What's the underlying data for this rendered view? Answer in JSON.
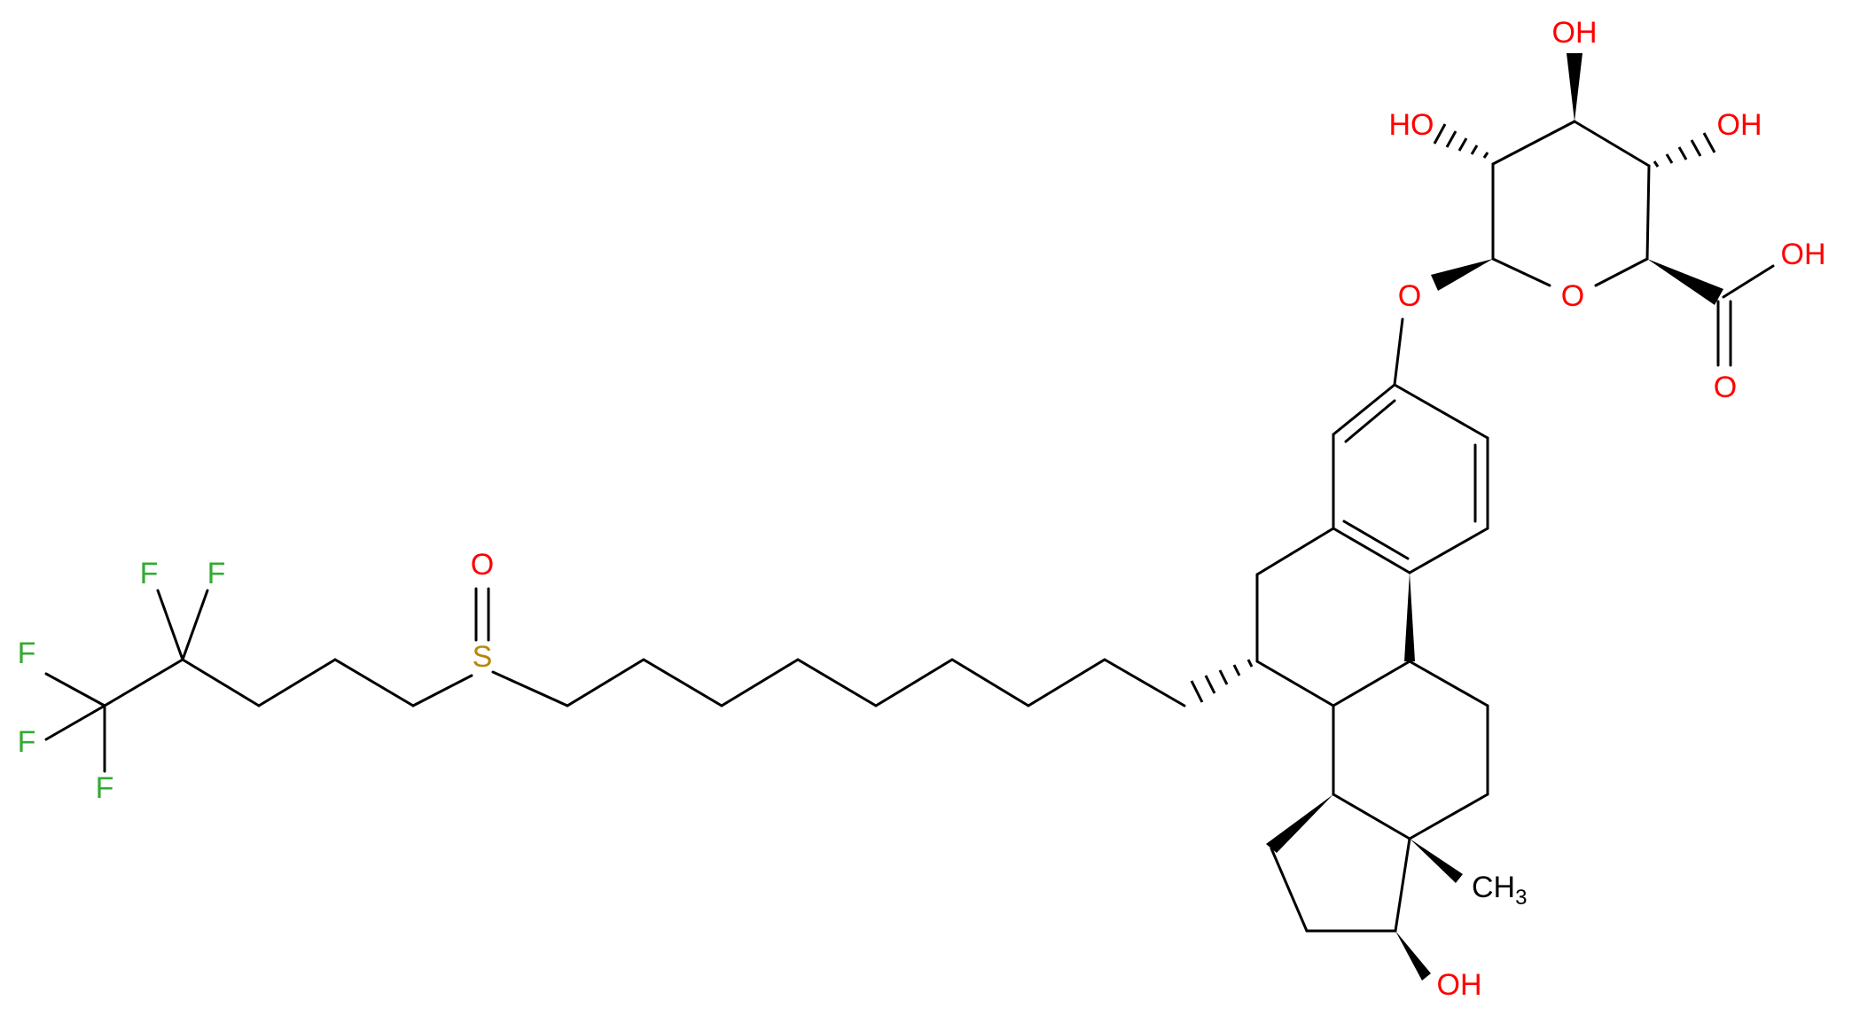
{
  "colors": {
    "bond": "#000000",
    "oxygen": "#ff0000",
    "sulfur": "#b8860b",
    "fluorine": "#33aa33",
    "carbon_label": "#000000"
  },
  "labels": {
    "oh_top": "OH",
    "ho_left": "HO",
    "oh_right": "OH",
    "oh_acid": "OH",
    "o_carbonyl": "O",
    "o_ring": "O",
    "o_link": "O",
    "s": "S",
    "o_sulfoxide": "O",
    "f1": "F",
    "f2": "F",
    "f3": "F",
    "f4": "F",
    "f5": "F",
    "ch3_main": "CH",
    "ch3_sub": "3",
    "oh_17": "OH"
  }
}
